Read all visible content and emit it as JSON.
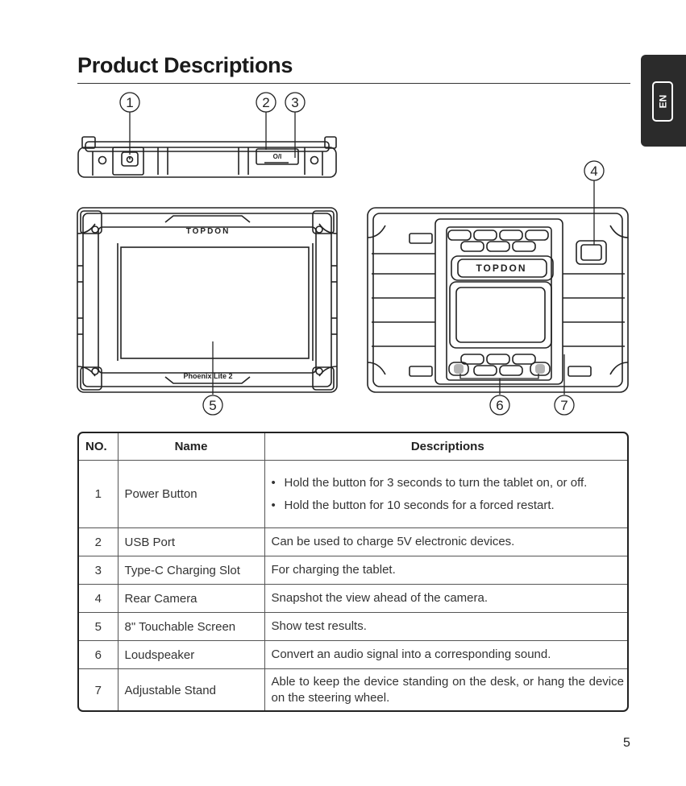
{
  "page": {
    "title": "Product Descriptions",
    "lang_tab": "EN",
    "page_number": "5"
  },
  "illustration": {
    "brand": "TOPDON",
    "model": "Phoenix Lite 2",
    "port_label": "O/I",
    "callouts": [
      "1",
      "2",
      "3",
      "4",
      "5",
      "6",
      "7"
    ]
  },
  "table": {
    "headers": {
      "no": "NO.",
      "name": "Name",
      "desc": "Descriptions"
    },
    "rows": [
      {
        "no": "1",
        "name": "Power Button",
        "bullets": [
          "Hold the button for 3 seconds to turn the tablet on, or off.",
          "Hold the button for 10 seconds for a forced restart."
        ]
      },
      {
        "no": "2",
        "name": "USB Port",
        "desc": "Can be used to charge 5V electronic devices."
      },
      {
        "no": "3",
        "name": "Type-C Charging Slot",
        "desc": "For charging the tablet."
      },
      {
        "no": "4",
        "name": "Rear Camera",
        "desc": "Snapshot the view ahead of the camera."
      },
      {
        "no": "5",
        "name": "8\" Touchable Screen",
        "desc": "Show test results."
      },
      {
        "no": "6",
        "name": "Loudspeaker",
        "desc": "Convert an audio signal into a corresponding sound."
      },
      {
        "no": "7",
        "name": "Adjustable Stand",
        "desc": "Able to keep the device standing on the desk, or hang the device on the steering wheel."
      }
    ]
  }
}
